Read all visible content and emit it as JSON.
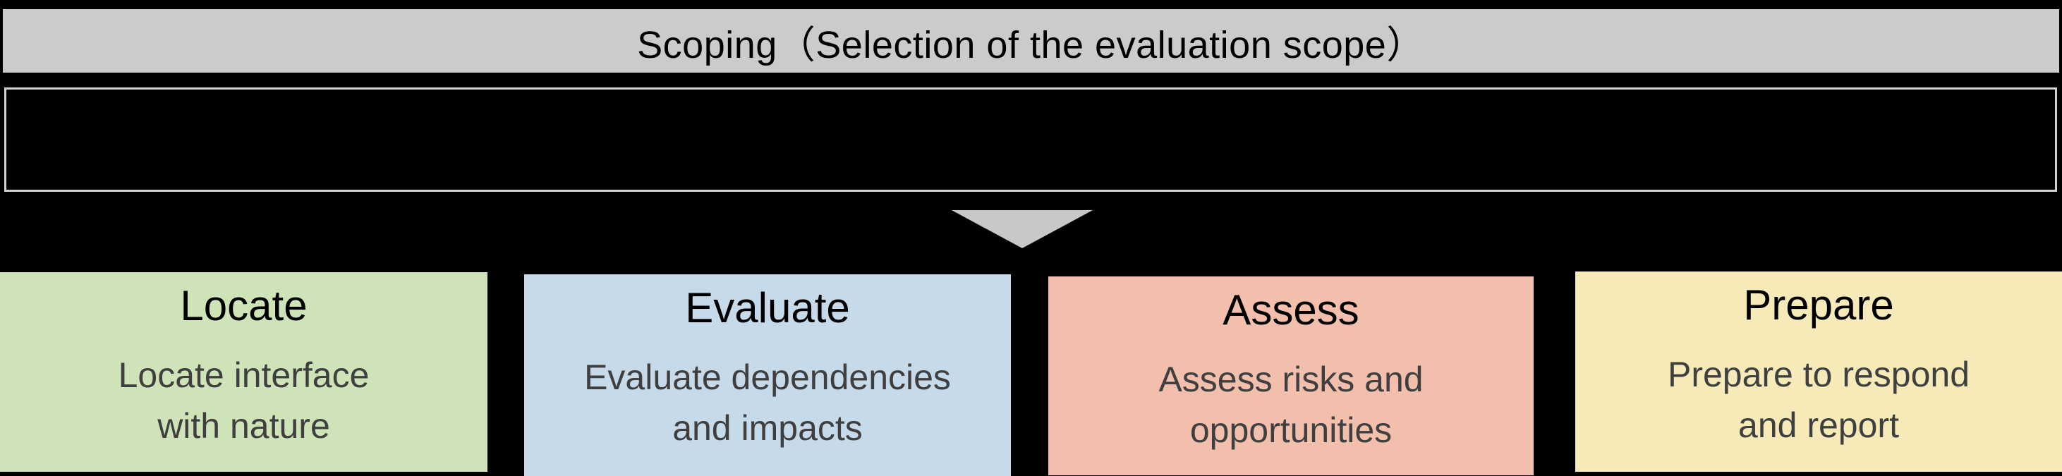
{
  "header": {
    "title": "Scoping（Selection of the evaluation scope）",
    "bg_color": "#cbcbcb",
    "text_color": "#000000"
  },
  "redacted_panel": {
    "bg_color": "#000000",
    "border_color": "#d2d2d2"
  },
  "arrow": {
    "direction": "down",
    "color": "#c8c8c8"
  },
  "steps": [
    {
      "id": "locate",
      "title": "Locate",
      "description_lines": [
        "Locate interface",
        "with nature"
      ],
      "bg_color": "#cfe3b8"
    },
    {
      "id": "evaluate",
      "title": "Evaluate",
      "description_lines": [
        "Evaluate dependencies",
        "and impacts"
      ],
      "bg_color": "#c6daea"
    },
    {
      "id": "assess",
      "title": "Assess",
      "description_lines": [
        "Assess risks and",
        "opportunities"
      ],
      "bg_color": "#f2bfac"
    },
    {
      "id": "prepare",
      "title": "Prepare",
      "description_lines": [
        "Prepare to respond",
        "and report"
      ],
      "bg_color": "#f6eab8"
    }
  ],
  "colors": {
    "background": "#000000",
    "title_text": "#000000",
    "description_text": "#3f3f3f"
  }
}
